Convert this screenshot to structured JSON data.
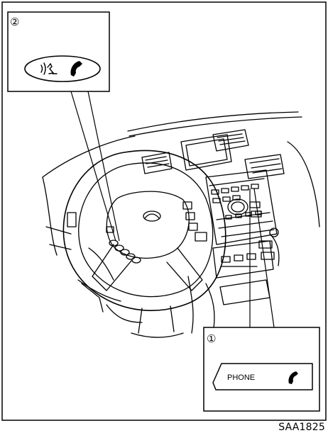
{
  "figure": {
    "caption": "SAA1825"
  },
  "callouts": [
    {
      "number": "②",
      "control": "talk-phone-switch",
      "icons": [
        "voice-talk-icon",
        "phone-handset-icon"
      ]
    },
    {
      "number": "①",
      "control": "phone-button",
      "label": "PHONE",
      "icons": [
        "phone-handset-icon"
      ]
    }
  ]
}
